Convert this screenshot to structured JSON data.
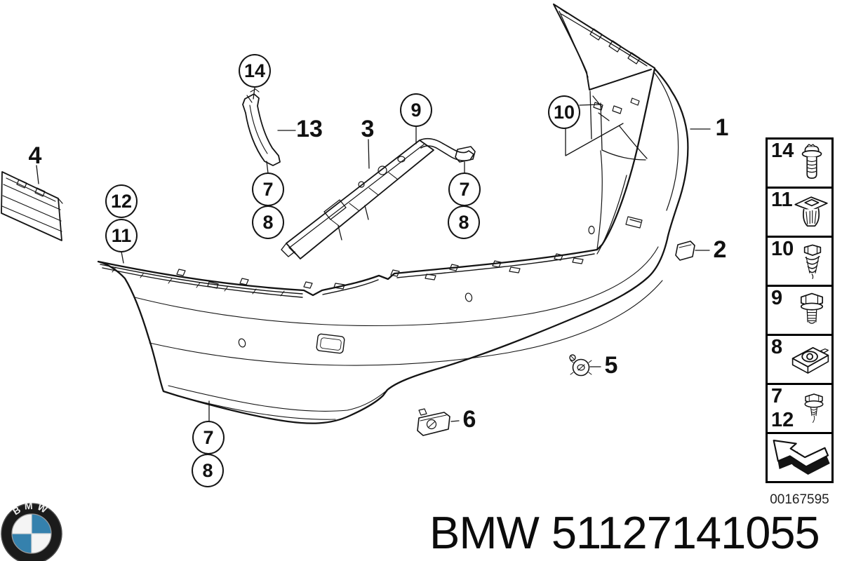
{
  "diagram": {
    "circled_callouts": [
      {
        "label": "14"
      },
      {
        "label": "12"
      },
      {
        "label": "11"
      },
      {
        "label": "7"
      },
      {
        "label": "8"
      },
      {
        "label": "9"
      },
      {
        "label": "7"
      },
      {
        "label": "8"
      },
      {
        "label": "10"
      },
      {
        "label": "7"
      },
      {
        "label": "8"
      }
    ],
    "plain_callouts": [
      {
        "label": "4"
      },
      {
        "label": "13"
      },
      {
        "label": "3"
      },
      {
        "label": "1"
      },
      {
        "label": "2"
      },
      {
        "label": "5"
      },
      {
        "label": "6"
      }
    ],
    "parts": [
      "bumper-cover",
      "corner-flap",
      "carrier-rail",
      "side-bracket",
      "license-plate-filler",
      "tow-hook-cover",
      "grommet-nut",
      "small-bracket"
    ]
  },
  "legend": {
    "items": [
      {
        "numbers": [
          "14"
        ],
        "icon": "torx-screw-icon"
      },
      {
        "numbers": [
          "11"
        ],
        "icon": "expanding-nut-icon"
      },
      {
        "numbers": [
          "10"
        ],
        "icon": "coarse-thread-screw-icon"
      },
      {
        "numbers": [
          "9"
        ],
        "icon": "hex-bolt-icon"
      },
      {
        "numbers": [
          "8"
        ],
        "icon": "clip-nut-icon"
      },
      {
        "numbers": [
          "7",
          "12"
        ],
        "icon": "hex-washer-screw-icon"
      },
      {
        "numbers": [],
        "icon": "direction-arrow-icon"
      }
    ],
    "image_number": "00167595"
  },
  "footer": {
    "logo_text": "BMW",
    "brand": "BMW",
    "part_number": "51127141055",
    "colors": {
      "roundel_blue": "#3581ad",
      "roundel_ring": "#1b1b1b",
      "line": "#141414"
    }
  }
}
